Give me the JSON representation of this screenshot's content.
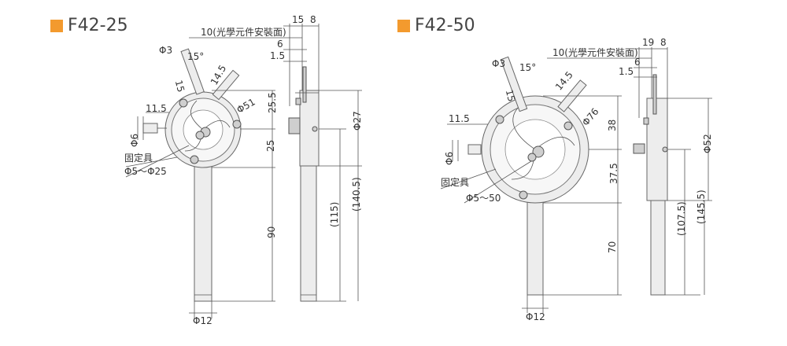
{
  "accent_color": "#f39a2e",
  "left": {
    "title": "F42-25",
    "labels": {
      "optical_plane": "10(光學元件安裝面)",
      "d15": "15",
      "d8": "8",
      "d6": "6",
      "d1_5": "1.5",
      "phi3": "Φ3",
      "deg15": "15°",
      "d14_5": "14.5",
      "d15b": "15",
      "d11_5": "11.5",
      "phi51": "Φ51",
      "d25_5": "25.5",
      "d25": "25",
      "phi6": "Φ6",
      "fixture": "固定具",
      "range": "Φ5～Φ25",
      "d90": "90",
      "phi12": "Φ12",
      "phi27": "Φ27",
      "d115": "(115)",
      "d140_5": "(140.5)"
    }
  },
  "right": {
    "title": "F42-50",
    "labels": {
      "optical_plane": "10(光學元件安裝面)",
      "d19": "19",
      "d8": "8",
      "d6": "6",
      "d1_5": "1.5",
      "phi3": "Φ3",
      "deg15": "15°",
      "d15": "15",
      "d14_5": "14.5",
      "d11_5": "11.5",
      "phi76": "Φ76",
      "d38": "38",
      "phi6": "Φ6",
      "fixture": "固定具",
      "range": "Φ5～50",
      "d37_5": "37.5",
      "d70": "70",
      "phi12": "Φ12",
      "phi52": "Φ52",
      "d107_5": "(107.5)",
      "d145_5": "(145.5)"
    }
  }
}
